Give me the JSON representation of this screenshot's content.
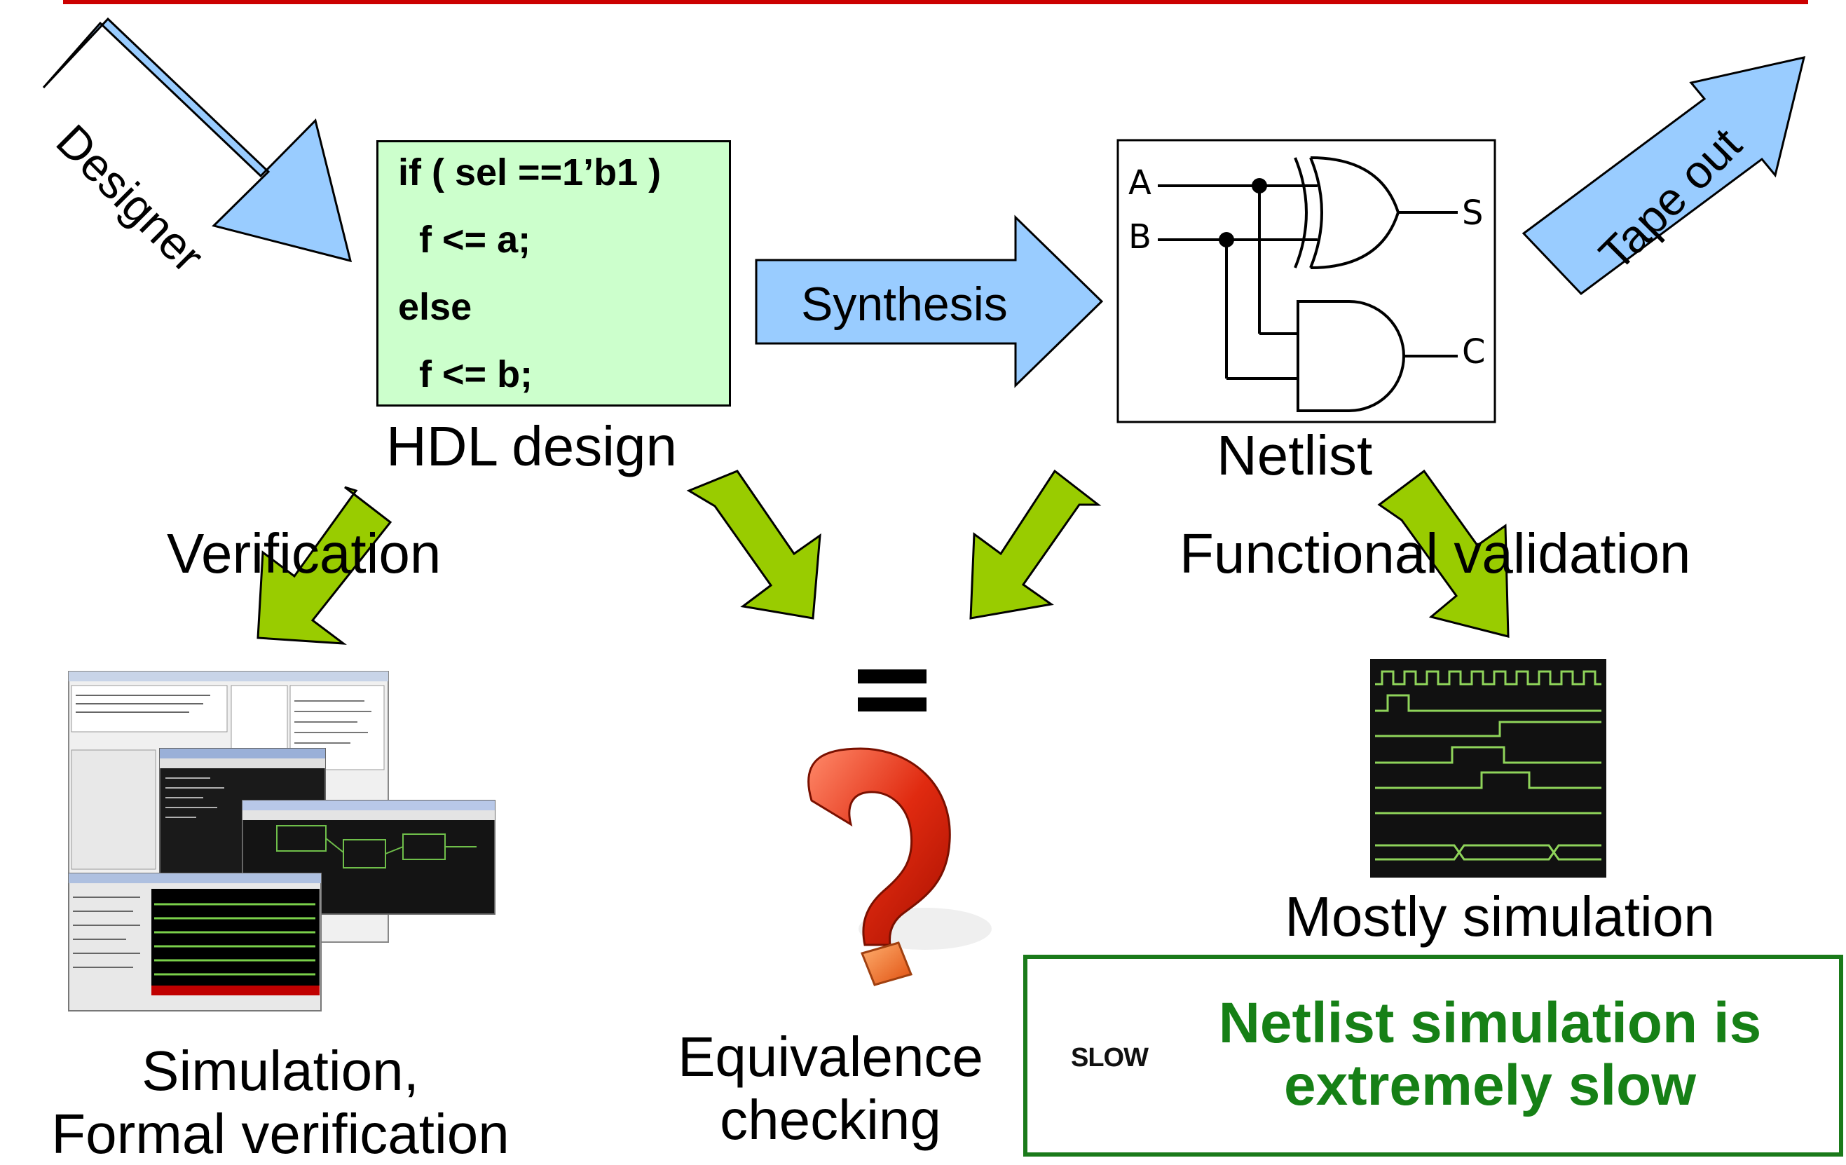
{
  "code": {
    "lines": [
      "if ( sel ==1’b1 )",
      "  f <= a;",
      "else",
      "  f <= b;"
    ]
  },
  "arrows": {
    "designer": "Designer",
    "synthesis": "Synthesis",
    "tapeout": "Tape out"
  },
  "labels": {
    "hdl_design": "HDL design",
    "netlist": "Netlist",
    "verification": "Verification",
    "functional_validation": "Functional validation",
    "sim_line1": "Simulation,",
    "sim_line2": "Formal verification",
    "eq_line1": "Equivalence",
    "eq_line2": "checking",
    "equals": "=",
    "mostly_sim": "Mostly simulation"
  },
  "netlist": {
    "in_a": "A",
    "in_b": "B",
    "out_s": "S",
    "out_c": "C"
  },
  "callout": {
    "sign": "SLOW",
    "line1": "Netlist simulation is",
    "line2": "extremely slow"
  },
  "colors": {
    "blue_arrow": "#99ccff",
    "green_arrow": "#99cc00",
    "code_bg": "#ccffcc",
    "callout_text": "#168016",
    "top_rule": "#cc0000"
  }
}
